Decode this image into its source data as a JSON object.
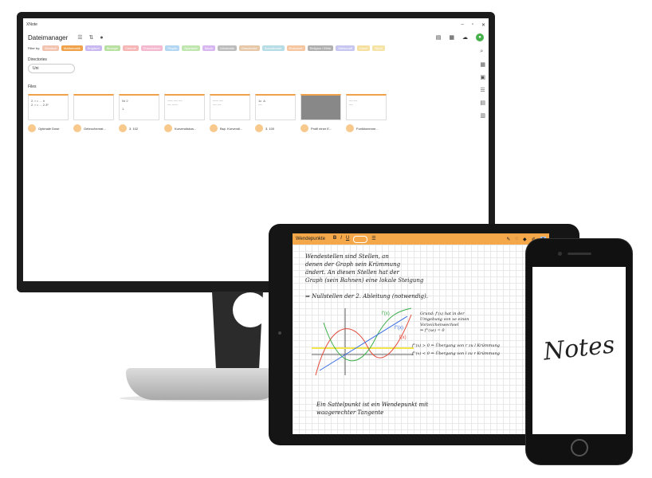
{
  "desktop": {
    "window_title": "XNote",
    "app_title": "Dateimanager",
    "filter_label": "Filter by:",
    "filters": [
      {
        "label": "Deutsch",
        "color": "#f2c4b0"
      },
      {
        "label": "Mathematik",
        "color": "#f0a24a"
      },
      {
        "label": "Englisch",
        "color": "#c9b7f0"
      },
      {
        "label": "Biologie",
        "color": "#b8e0a0"
      },
      {
        "label": "Chemie",
        "color": "#f6b6b6"
      },
      {
        "label": "Französisch",
        "color": "#f4b8d0"
      },
      {
        "label": "Physik",
        "color": "#b3d7f2"
      },
      {
        "label": "Spanisch",
        "color": "#c0e6b0"
      },
      {
        "label": "Musik",
        "color": "#d8b6f0"
      },
      {
        "label": "Informatik",
        "color": "#bdbdbd"
      },
      {
        "label": "Geschichte",
        "color": "#e6c8a8"
      },
      {
        "label": "Sozialkunde",
        "color": "#b6dce6"
      },
      {
        "label": "Erdkunde",
        "color": "#f6c6a0"
      },
      {
        "label": "Religion / Ethik",
        "color": "#b0b0b0"
      },
      {
        "label": "Wirtschaft",
        "color": "#c6c6f0"
      },
      {
        "label": "Kunst",
        "color": "#f6e0a0"
      },
      {
        "label": "Sport",
        "color": "#f6e3a6"
      }
    ],
    "directories_label": "Directories",
    "directory_value": "Uni",
    "files_label": "Files",
    "files": [
      {
        "name": "Optimale Dose",
        "scribble": "2. r = ... h\n2. r = ... 2.3²"
      },
      {
        "name": "Gebrochenrat...",
        "scribble": ""
      },
      {
        "name": "3. 102",
        "scribble": "Nr 2\n\n1."
      },
      {
        "name": "Kurvendiskus...",
        "scribble": "~~~ ~~ ~~\n~~ ~~~"
      },
      {
        "name": "Bsp. Kurvendi...",
        "scribble": "~~~ ~~\n~~ ~~"
      },
      {
        "name": "3. 100",
        "scribble": "1c  A\n~~"
      },
      {
        "name": "Profil einer E...",
        "scribble": ""
      },
      {
        "name": "Funktionenne...",
        "scribble": "~~ ~~\n~~"
      }
    ]
  },
  "tablet": {
    "doc_title": "Wendepunkte",
    "notes": {
      "line1": "Wendestellen sind Stellen, an",
      "line2": "denen der Graph sein Krümmung",
      "line3": "ändert. An diesen Stellen hat der",
      "line4": "Graph (sein Bahnen) eine lokale Steigung",
      "line5": "⇒ Nullstellen der 2. Ableitung (notwendig).",
      "side1": "Grund: f'(x) hat in der",
      "side2": "Umgebung von xe einen",
      "side3": "Vorzeichenwechsel",
      "side4": "⇒ f''(xe) = 0",
      "cond1": "f''(x) > 0 ⇒ Übergang von r zu l Krümmung",
      "cond2": "f''(x) < 0 ⇒ Übergang von l zu r Krümmung",
      "bottom1": "Ein Sattelpunkt ist ein Wendepunkt mit",
      "bottom2": "waagerechter Tangente"
    },
    "graph_labels": [
      "f'(x)",
      "f''(x)",
      "f(x)"
    ]
  },
  "phone": {
    "splash_text": "Notes"
  }
}
